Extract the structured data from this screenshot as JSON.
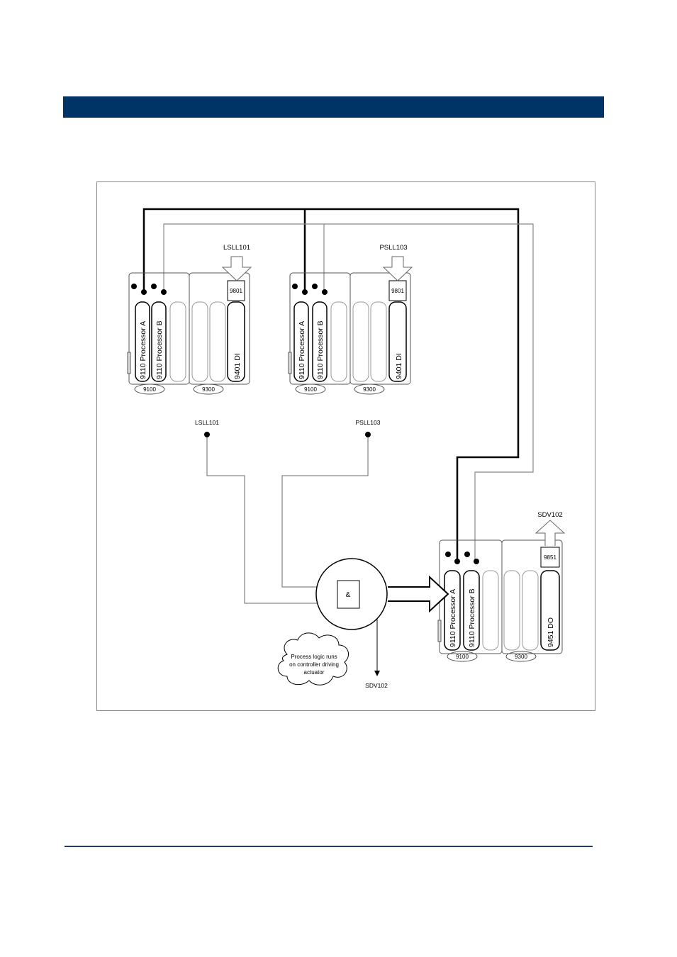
{
  "theme": {
    "header_color": "#003366",
    "rule_color": "#1f3c66"
  },
  "labels": {
    "input_tag_1": "LSLL101",
    "input_tag_2": "PSLL103",
    "output_tag": "SDV102",
    "gate_symbol": "&",
    "cloud_line_1": "Process logic runs",
    "cloud_line_2": "on controller driving",
    "cloud_line_3": "actuator"
  },
  "controllers": [
    {
      "proc_a": "9110 Processor A",
      "proc_b": "9110 Processor B",
      "io_module": "9401 DI",
      "terminal": "9801",
      "base_main": "9100",
      "base_exp": "9300"
    },
    {
      "proc_a": "9110 Processor A",
      "proc_b": "9110 Processor B",
      "io_module": "9401 DI",
      "terminal": "9801",
      "base_main": "9100",
      "base_exp": "9300"
    },
    {
      "proc_a": "9110 Processor A",
      "proc_b": "9110 Processor B",
      "io_module": "9451 DO",
      "terminal": "9851",
      "base_main": "9100",
      "base_exp": "9300"
    }
  ]
}
